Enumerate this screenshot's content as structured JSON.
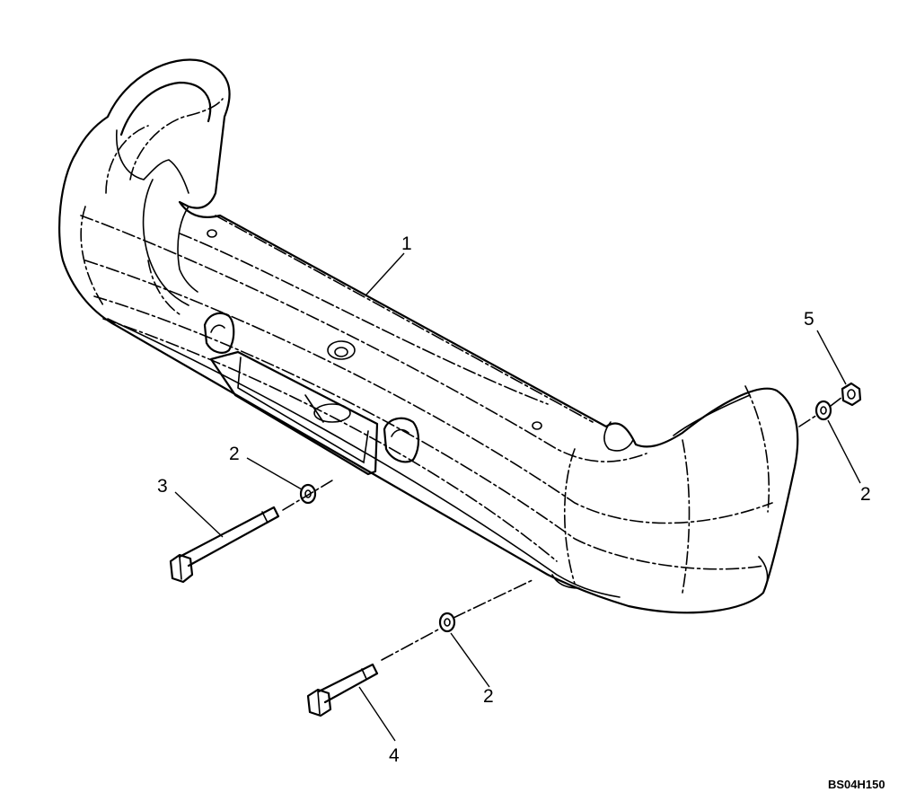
{
  "callouts": {
    "c1": "1",
    "c2a": "2",
    "c3": "3",
    "c5": "5",
    "c2b": "2",
    "c2c": "2",
    "c4": "4"
  },
  "drawing_code": "BS04H150"
}
